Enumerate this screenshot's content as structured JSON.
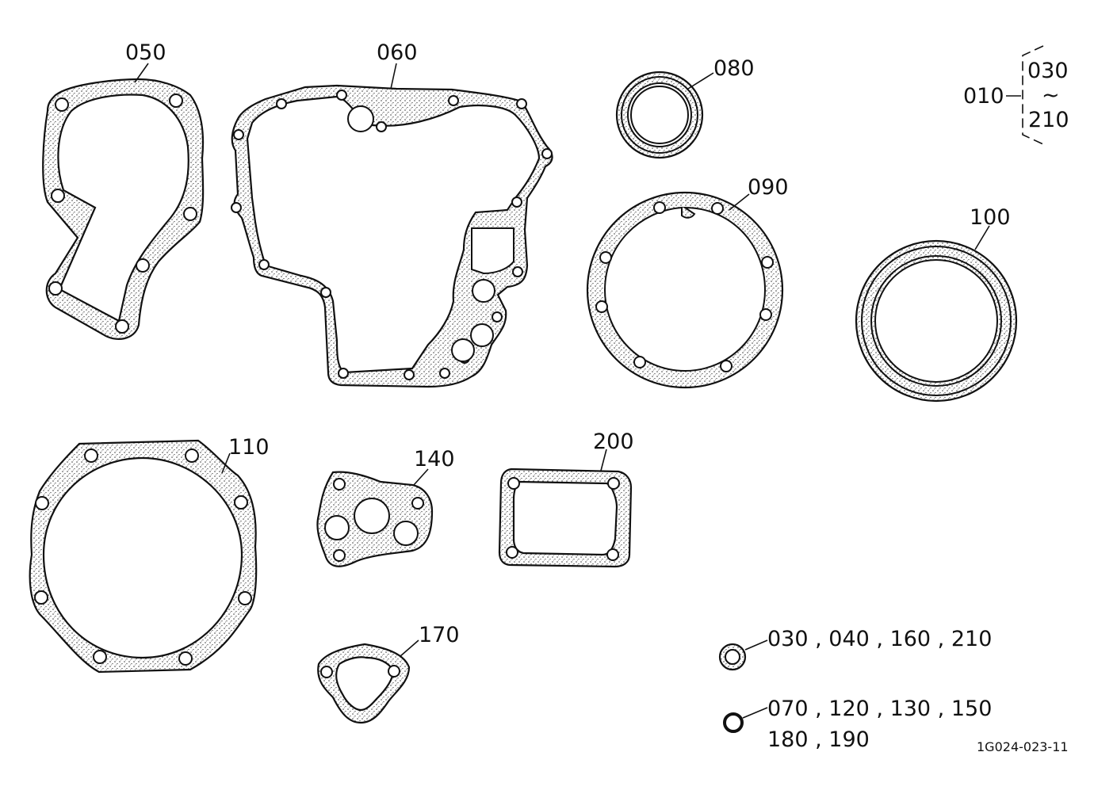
{
  "parts": {
    "p050": "050",
    "p060": "060",
    "p080": "080",
    "p090": "090",
    "p100": "100",
    "p110": "110",
    "p140": "140",
    "p170": "170",
    "p200": "200"
  },
  "kit": {
    "parent": "010",
    "from": "030",
    "tilde": "~",
    "to": "210"
  },
  "legend": {
    "small_seal": "030 , 040 , 160 , 210",
    "oring_line1": "070 , 120 , 130 , 150",
    "oring_line2": "180 , 190"
  },
  "drawing_code": "1G024-023-11"
}
